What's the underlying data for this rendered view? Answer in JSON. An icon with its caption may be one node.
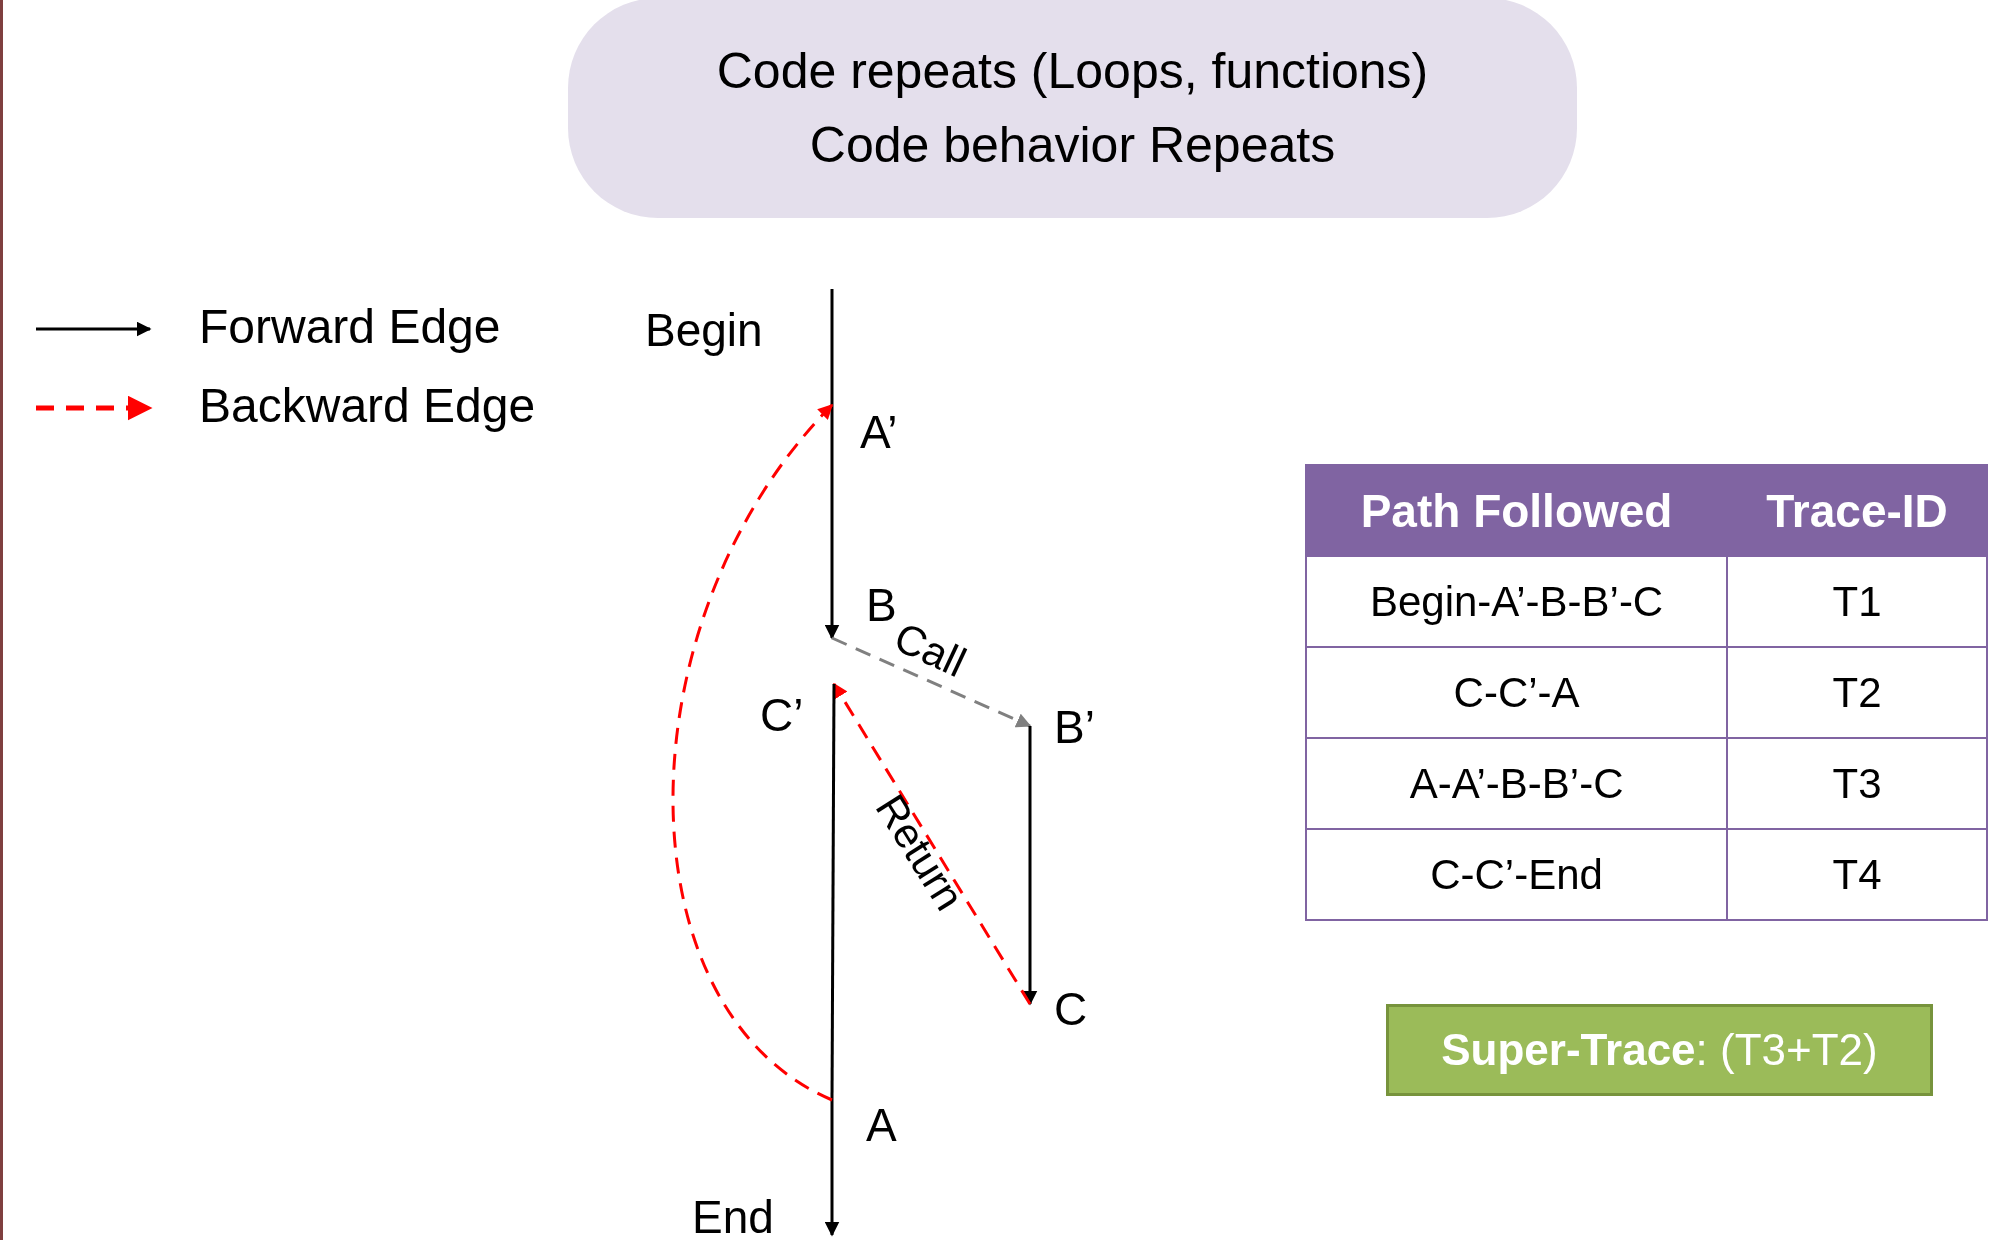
{
  "diagram": {
    "nodes": [
      {
        "text": [
          "Code repeats (Loops, functions)",
          "Code behavior Repeats"
        ]
      },
      {
        "text": [
          "Begin"
        ]
      },
      {
        "text": [
          "A’"
        ]
      },
      {
        "text": [
          "B"
        ]
      },
      {
        "text": [
          "C’"
        ]
      },
      {
        "text": [
          "B’"
        ]
      },
      {
        "text": [
          "C"
        ]
      },
      {
        "text": [
          "A"
        ]
      },
      {
        "text": [
          "End"
        ]
      },
      {
        "text": [
          "**Super-Trace**: (T3+T2)"
        ]
      }
    ],
    "edges": [
      {
        "from": 1,
        "to": 2,
        "arrow": "none"
      },
      {
        "from": 2,
        "to": 3,
        "arrow": "to"
      },
      {
        "from": 3,
        "to": 5,
        "arrow": "to",
        "label": "Call",
        "style": "dashed",
        "color": "#808080"
      },
      {
        "from": 5,
        "to": 6,
        "arrow": "to"
      },
      {
        "from": 6,
        "to": 4,
        "arrow": "to",
        "label": "Return",
        "style": "dashed",
        "color": "#ff0000"
      },
      {
        "from": 4,
        "to": 7,
        "arrow": "none"
      },
      {
        "from": 7,
        "to": 8,
        "arrow": "to"
      },
      {
        "from": 7,
        "to": 2,
        "arrow": "to",
        "style": "dashed",
        "color": "#ff0000"
      }
    ],
    "labels": [
      "Path Followed",
      "Trace-ID",
      "Begin-A’-B-B’-C",
      "T1",
      "C-C’-A",
      "T2",
      "A-A’-B-B’-C",
      "T3",
      "C-C’-End",
      "T4"
    ],
    "legend": [
      {
        "text": "Forward Edge"
      },
      {
        "text": "Backward Edge"
      }
    ]
  }
}
